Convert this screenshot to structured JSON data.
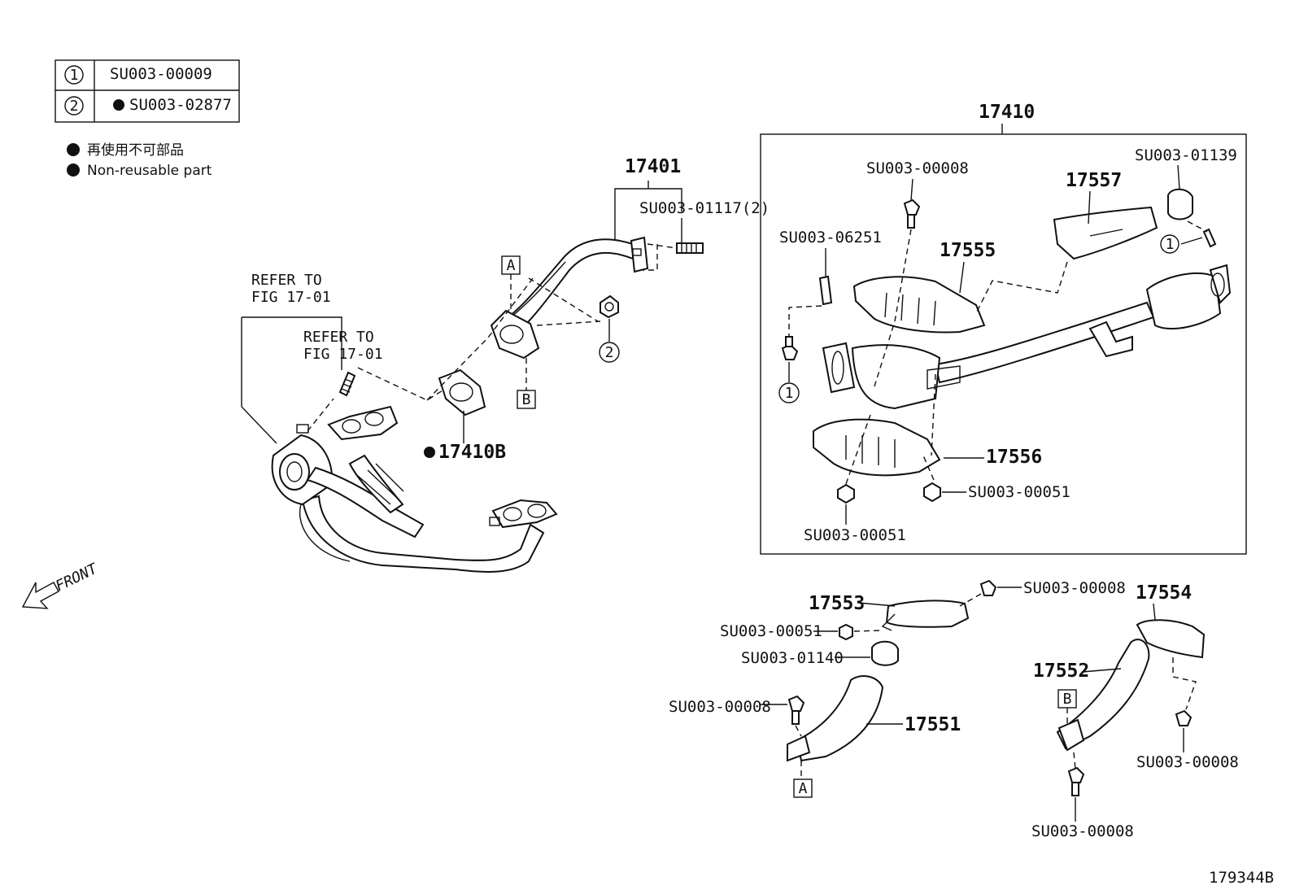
{
  "legend": {
    "rows": [
      {
        "key": "1",
        "part": "SU003-00009",
        "non_reusable": false
      },
      {
        "key": "2",
        "part": "SU003-02877",
        "non_reusable": true
      }
    ],
    "note_jp": "再使用不可部品",
    "note_en": "Non-reusable part"
  },
  "front_label": "FRONT",
  "refer_1": {
    "line1": "REFER TO",
    "line2": "FIG 17-01"
  },
  "refer_2": {
    "line1": "REFER TO",
    "line2": "FIG 17-01"
  },
  "parts": {
    "p17401": "17401",
    "p17401_stud": "SU003-01117(2)",
    "p17410B": "17410B",
    "p17410": "17410",
    "box_top_bolt": "SU003-00008",
    "box_clip": "SU003-06251",
    "p17557": "17557",
    "box_clamp": "SU003-01139",
    "p17555": "17555",
    "p17556": "17556",
    "box_nut_right": "SU003-00051",
    "box_nut_bottom": "SU003-00051",
    "p17553": "17553",
    "p17553_bolt": "SU003-00008",
    "p17553_nut": "SU003-00051",
    "p17553_clamp": "SU003-01140",
    "p17551_bolt": "SU003-00008",
    "p17551": "17551",
    "p17554": "17554",
    "p17552": "17552",
    "p17554_bolt": "SU003-00008",
    "p17552_bolt": "SU003-00008"
  },
  "markers": {
    "A": "A",
    "B": "B",
    "one": "1",
    "two": "2"
  },
  "figure_id": "179344B"
}
